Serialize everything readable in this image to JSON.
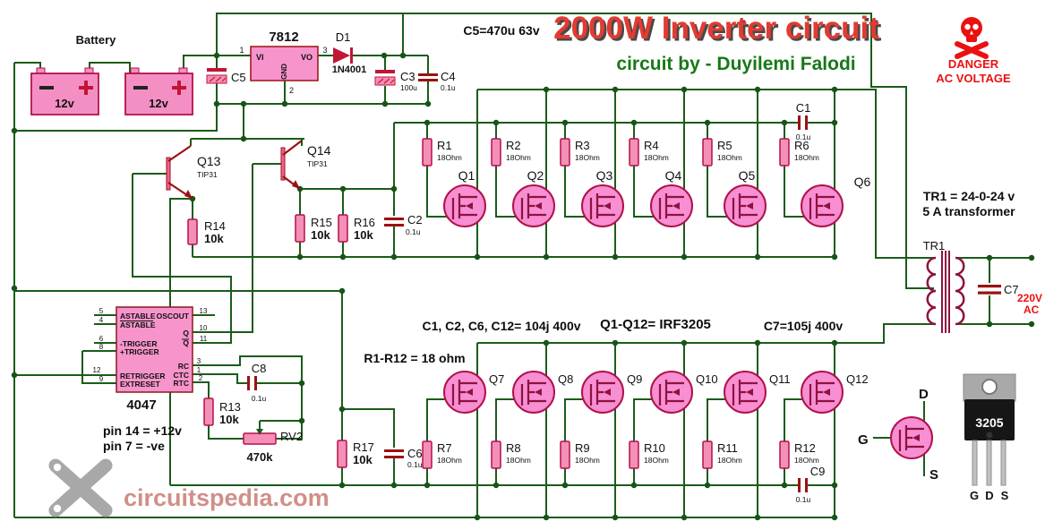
{
  "title": "2000W Inverter circuit",
  "subtitle": "circuit by - Duyilemi Falodi",
  "danger": {
    "line1": "DANGER",
    "line2": "AC VOLTAGE"
  },
  "watermark": "circuitspedia.com",
  "colors": {
    "wire": "#1a5c1a",
    "component": "#9b1111",
    "pink": "#f78fd2",
    "title_red": "#e23b31",
    "subtitle_green": "#187818",
    "danger_red": "#ea1111",
    "watermark_gray": "#9d9d9d"
  },
  "notes": {
    "c5": "C5=470u 63v",
    "caps": "C1, C2, C6, C12= 104j 400v",
    "mosfets": "Q1-Q12= IRF3205",
    "c7": "C7=105j 400v",
    "resistors": "R1-R12 = 18 ohm",
    "tr1_line1": "TR1 = 24-0-24 v",
    "tr1_line2": "5 A transformer",
    "pin14": "pin 14 = +12v",
    "pin7": "pin 7 = -ve"
  },
  "battery": {
    "label": "Battery",
    "cell1": "12v",
    "cell2": "12v"
  },
  "regulator": {
    "name": "7812",
    "vi": "VI",
    "vo": "VO",
    "gnd": "GND",
    "pin1": "1",
    "pin2": "2",
    "pin3": "3"
  },
  "diode": {
    "ref": "D1",
    "part": "1N4001"
  },
  "transistors": {
    "q13": {
      "ref": "Q13",
      "part": "TIP31"
    },
    "q14": {
      "ref": "Q14",
      "part": "TIP31"
    }
  },
  "ic": {
    "name": "4047",
    "left_pins": [
      {
        "num": "5",
        "label": "ASTABLE"
      },
      {
        "num": "4",
        "label": "ASTABLE"
      },
      {
        "num": "6",
        "label": "-TRIGGER"
      },
      {
        "num": "8",
        "label": "+TRIGGER"
      },
      {
        "num": "12",
        "label": "RETRIGGER"
      },
      {
        "num": "9",
        "label": "EXTRESET"
      }
    ],
    "right_pins": [
      {
        "num": "13",
        "label": "OSCOUT"
      },
      {
        "num": "10",
        "label": "Q"
      },
      {
        "num": "11",
        "label": "Q"
      },
      {
        "num": "3",
        "label": "RC"
      },
      {
        "num": "1",
        "label": "CTC"
      },
      {
        "num": "2",
        "label": "RTC"
      }
    ]
  },
  "mosfets_top": [
    "Q1",
    "Q2",
    "Q3",
    "Q4",
    "Q5",
    "Q6"
  ],
  "mosfets_bottom": [
    "Q7",
    "Q8",
    "Q9",
    "Q10",
    "Q11",
    "Q12"
  ],
  "res_top": [
    {
      "ref": "R1",
      "val": "18Ohm"
    },
    {
      "ref": "R2",
      "val": "18Ohm"
    },
    {
      "ref": "R3",
      "val": "18Ohm"
    },
    {
      "ref": "R4",
      "val": "18Ohm"
    },
    {
      "ref": "R5",
      "val": "18Ohm"
    },
    {
      "ref": "R6",
      "val": "18Ohm"
    }
  ],
  "res_bottom": [
    {
      "ref": "R7",
      "val": "18Ohm"
    },
    {
      "ref": "R8",
      "val": "18Ohm"
    },
    {
      "ref": "R9",
      "val": "18Ohm"
    },
    {
      "ref": "R10",
      "val": "18Ohm"
    },
    {
      "ref": "R11",
      "val": "18Ohm"
    },
    {
      "ref": "R12",
      "val": "18Ohm"
    }
  ],
  "res": {
    "r13": {
      "ref": "R13",
      "val": "10k"
    },
    "r14": {
      "ref": "R14",
      "val": "10k"
    },
    "r15": {
      "ref": "R15",
      "val": "10k"
    },
    "r16": {
      "ref": "R16",
      "val": "10k"
    },
    "r17": {
      "ref": "R17",
      "val": "10k"
    },
    "rv2": {
      "ref": "RV2",
      "val": "470k"
    }
  },
  "caps": {
    "c1": {
      "ref": "C1",
      "val": "0.1u"
    },
    "c2": {
      "ref": "C2",
      "val": "0.1u"
    },
    "c3": {
      "ref": "C3",
      "val": "100u"
    },
    "c4": {
      "ref": "C4",
      "val": "0.1u"
    },
    "c5": {
      "ref": "C5"
    },
    "c6": {
      "ref": "C6",
      "val": "0.1u"
    },
    "c7": {
      "ref": "C7"
    },
    "c8": {
      "ref": "C8",
      "val": "0.1u"
    },
    "c9": {
      "ref": "C9",
      "val": "0.1u"
    }
  },
  "transformer": {
    "ref": "TR1"
  },
  "output": {
    "voltage": "220V",
    "ac": "AC"
  },
  "pinout": {
    "g": "G",
    "d": "D",
    "s": "S"
  },
  "package": {
    "marking": "3205",
    "pin1": "G",
    "pin2": "D",
    "pin3": "S"
  }
}
